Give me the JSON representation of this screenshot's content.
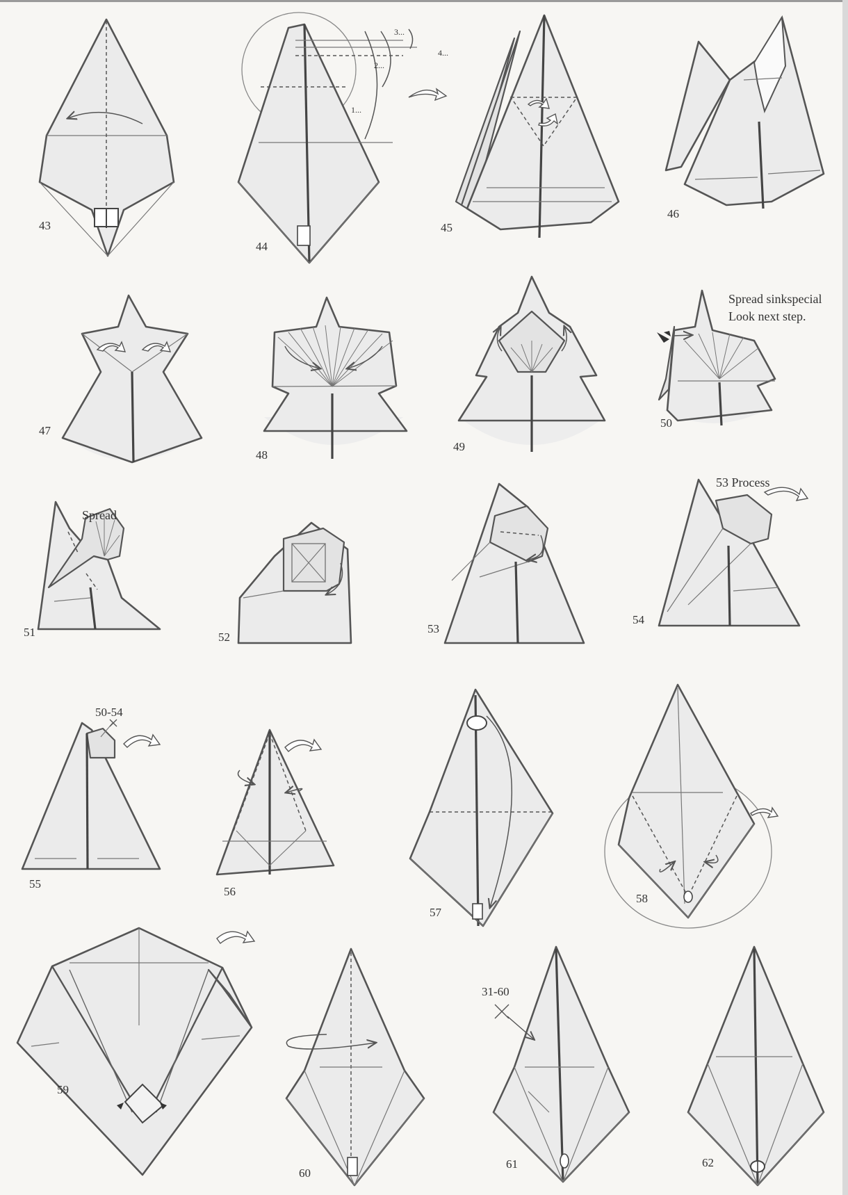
{
  "steps": [
    {
      "id": "43",
      "label": "43"
    },
    {
      "id": "44",
      "label": "44"
    },
    {
      "id": "45",
      "label": "45"
    },
    {
      "id": "46",
      "label": "46"
    },
    {
      "id": "47",
      "label": "47"
    },
    {
      "id": "48",
      "label": "48"
    },
    {
      "id": "49",
      "label": "49"
    },
    {
      "id": "50",
      "label": "50"
    },
    {
      "id": "51",
      "label": "51"
    },
    {
      "id": "52",
      "label": "52"
    },
    {
      "id": "53",
      "label": "53"
    },
    {
      "id": "54",
      "label": "54"
    },
    {
      "id": "55",
      "label": "55"
    },
    {
      "id": "56",
      "label": "56"
    },
    {
      "id": "57",
      "label": "57"
    },
    {
      "id": "58",
      "label": "58"
    },
    {
      "id": "59",
      "label": "59"
    },
    {
      "id": "60",
      "label": "60"
    },
    {
      "id": "61",
      "label": "61"
    },
    {
      "id": "62",
      "label": "62"
    }
  ],
  "annotations": {
    "step44_measure_1": "1...",
    "step44_measure_2": "2...",
    "step44_measure_3": "3...",
    "step44_measure_4": "4...",
    "step50_line1": "Spread sinkspecial",
    "step50_line2": "Look next step.",
    "step51_note": "Spread",
    "step54_note": "53 Process",
    "step55_repeat": "50-54",
    "step61_repeat": "31-60"
  }
}
